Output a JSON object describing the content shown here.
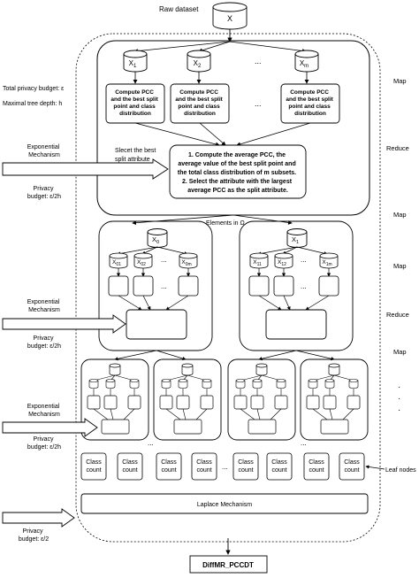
{
  "raw_dataset": {
    "label": "Raw dataset",
    "x": "X"
  },
  "subsets": [
    "X",
    "X",
    "X"
  ],
  "subset_subs": [
    "1",
    "2",
    "m"
  ],
  "ellipsis": "...",
  "compute_lines": [
    "Compute PCC",
    "and the best split",
    "point and class",
    "distribution"
  ],
  "reduce_lines": [
    "1. Compute the average PCC, the",
    "average value of the best split point and",
    "the total class distribution of m subsets.",
    "2. Select the attribute with the largest",
    "average PCC as the split attribute."
  ],
  "select_best_lines": [
    "Slecet the best",
    "split attribute"
  ],
  "left_labels": {
    "total_budget": "Total privacy budget: ε",
    "max_depth": "Maximal tree depth: h",
    "exp_mech_1": [
      "Exponential",
      "Mechanism"
    ],
    "budget_1": [
      "Privacy",
      "budget: ε/2h"
    ],
    "exp_mech_2": [
      "Exponential",
      "Mechanism"
    ],
    "budget_2": [
      "Privacy",
      "budget: ε/2h"
    ],
    "exp_mech_3": [
      "Exponential",
      "Mechanism"
    ],
    "budget_3": [
      "Privacy",
      "budget: ε/2h"
    ],
    "budget_4": [
      "Privacy",
      "budget: ε/2"
    ]
  },
  "right_labels": [
    "Map",
    "Reduce",
    "Map",
    "Map",
    "Reduce",
    "Map"
  ],
  "elements_label": "Elements in Ω",
  "level2": {
    "left_top": "X",
    "left_top_sub": "0",
    "right_top": "X",
    "right_top_sub": "1",
    "left_subs": [
      "01",
      "02",
      "0m"
    ],
    "right_subs": [
      "11",
      "12",
      "1m"
    ]
  },
  "class_count": [
    "Class",
    "count"
  ],
  "leaf_nodes": "Leaf nodes",
  "laplace": "Laplace Mechanism",
  "output": "DiffMR_PCCDT"
}
